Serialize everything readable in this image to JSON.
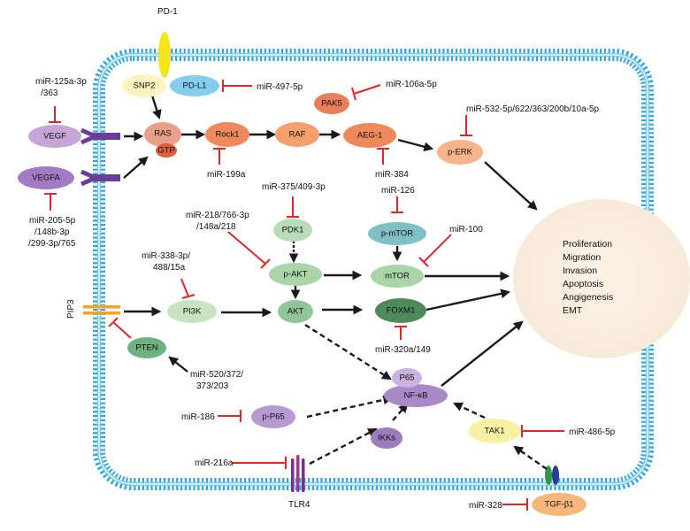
{
  "membrane_proteins": {
    "pd1": "PD-1",
    "tlr4": "TLR4",
    "pip3": "PIP3"
  },
  "nodes": {
    "snp2": "SNP2",
    "pdl1": "PD-L1",
    "vegf": "VEGF",
    "vegfa": "VEGFA",
    "ras": "RAS",
    "gtp": "GTP",
    "rock1": "Rock1",
    "raf": "RAF",
    "pak5": "PAK5",
    "aeg1": "AEG-1",
    "perk": "p-ERK",
    "pdk1": "PDK1",
    "pmtor": "p-mTOR",
    "pakt": "p-AKT",
    "mtor": "mTOR",
    "pi3k": "PI3K",
    "akt": "AKT",
    "foxm1": "FOXM1",
    "pten": "PTEN",
    "p65": "P65",
    "nfkb": "NF-κB",
    "pp65": "p-P65",
    "ikks": "IKKs",
    "tak1": "TAK1",
    "tgfb1": "TGF-β1"
  },
  "mirnas": {
    "mir125a": [
      "miR-125a-3p",
      "/363"
    ],
    "mir497": "miR-497-5p",
    "mir106a": "miR-106a-5p",
    "mir532": "miR-532-5p/622/363/200b/10a-5p",
    "mir199a": "miR-199a",
    "mir384": "miR-384",
    "mir205": [
      "miR-205-5p",
      "/148b-3p",
      "/299-3p/765"
    ],
    "mir375": "miR-375/409-3p",
    "mir126": "miR-126",
    "mir218": [
      "miR-218/766-3p",
      "/148a/218"
    ],
    "mir100": "miR-100",
    "mir338": [
      "miR-338-3p/",
      "488/15a"
    ],
    "mir320a": "miR-320a/149",
    "mir520": [
      "miR-520/372/",
      "373/203"
    ],
    "mir186": "miR-186",
    "mir216a": "miR-216a",
    "mir486": "miR-486-5p",
    "mir328": "miR-328"
  },
  "outcomes": [
    "Proliferation",
    "Migration",
    "Invasion",
    "Apoptosis",
    "Angigenesis",
    "EMT"
  ],
  "colors": {
    "membrane": "#2ea7e0",
    "inhibit": "#e2242b",
    "arrow": "#1a1a1a"
  }
}
